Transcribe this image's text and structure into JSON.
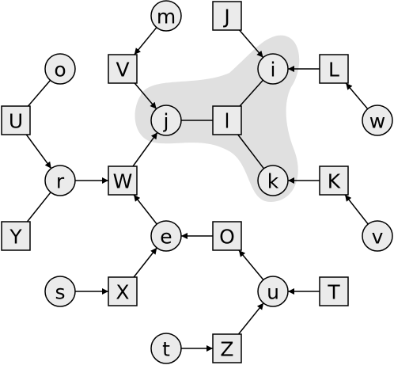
{
  "diagram": {
    "nodes": [
      {
        "id": "m",
        "label": "m",
        "shape": "circle"
      },
      {
        "id": "J",
        "label": "J",
        "shape": "box"
      },
      {
        "id": "o",
        "label": "o",
        "shape": "circle"
      },
      {
        "id": "V",
        "label": "V",
        "shape": "box"
      },
      {
        "id": "i",
        "label": "i",
        "shape": "circle"
      },
      {
        "id": "L",
        "label": "L",
        "shape": "box"
      },
      {
        "id": "U",
        "label": "U",
        "shape": "box"
      },
      {
        "id": "j",
        "label": "j",
        "shape": "circle"
      },
      {
        "id": "l",
        "label": "l",
        "shape": "box"
      },
      {
        "id": "w",
        "label": "w",
        "shape": "circle"
      },
      {
        "id": "r",
        "label": "r",
        "shape": "circle"
      },
      {
        "id": "W",
        "label": "W",
        "shape": "box"
      },
      {
        "id": "k",
        "label": "k",
        "shape": "circle"
      },
      {
        "id": "K",
        "label": "K",
        "shape": "box"
      },
      {
        "id": "Y",
        "label": "Y",
        "shape": "box"
      },
      {
        "id": "e",
        "label": "e",
        "shape": "circle"
      },
      {
        "id": "O",
        "label": "O",
        "shape": "box"
      },
      {
        "id": "v",
        "label": "v",
        "shape": "circle"
      },
      {
        "id": "s",
        "label": "s",
        "shape": "circle"
      },
      {
        "id": "X",
        "label": "X",
        "shape": "box"
      },
      {
        "id": "u",
        "label": "u",
        "shape": "circle"
      },
      {
        "id": "T",
        "label": "T",
        "shape": "box"
      },
      {
        "id": "t",
        "label": "t",
        "shape": "circle"
      },
      {
        "id": "Z",
        "label": "Z",
        "shape": "box"
      }
    ],
    "edges": [
      {
        "from": "m",
        "to": "V",
        "directed": true
      },
      {
        "from": "V",
        "to": "j",
        "directed": true
      },
      {
        "from": "J",
        "to": "i",
        "directed": true
      },
      {
        "from": "L",
        "to": "i",
        "directed": true
      },
      {
        "from": "w",
        "to": "L",
        "directed": true
      },
      {
        "from": "i",
        "to": "l",
        "directed": false
      },
      {
        "from": "j",
        "to": "l",
        "directed": false
      },
      {
        "from": "l",
        "to": "k",
        "directed": false
      },
      {
        "from": "K",
        "to": "k",
        "directed": true
      },
      {
        "from": "v",
        "to": "K",
        "directed": true
      },
      {
        "from": "o",
        "to": "U",
        "directed": false
      },
      {
        "from": "U",
        "to": "r",
        "directed": true
      },
      {
        "from": "r",
        "to": "W",
        "directed": true
      },
      {
        "from": "r",
        "to": "Y",
        "directed": false
      },
      {
        "from": "W",
        "to": "j",
        "directed": true
      },
      {
        "from": "e",
        "to": "W",
        "directed": true
      },
      {
        "from": "O",
        "to": "e",
        "directed": true
      },
      {
        "from": "X",
        "to": "e",
        "directed": true
      },
      {
        "from": "s",
        "to": "X",
        "directed": true
      },
      {
        "from": "u",
        "to": "O",
        "directed": true
      },
      {
        "from": "T",
        "to": "u",
        "directed": true
      },
      {
        "from": "Z",
        "to": "u",
        "directed": true
      },
      {
        "from": "t",
        "to": "Z",
        "directed": true
      }
    ],
    "highlight_group": [
      "j",
      "l",
      "i",
      "k"
    ]
  }
}
